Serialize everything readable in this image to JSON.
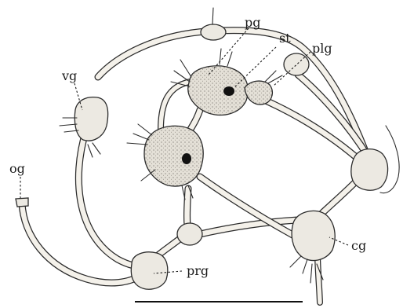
{
  "labels": {
    "pg": "pg",
    "st": "st",
    "plg": "plg",
    "vg": "vg",
    "og": "og",
    "prg": "prg",
    "cg": "cg"
  },
  "colors": {
    "ink": "#2b2b2b",
    "nerve_fill": "#f4f1ea",
    "ganglion_fill": "#ece9e2",
    "ganglion_stipple": "#d9d5cb",
    "background": "#ffffff"
  }
}
